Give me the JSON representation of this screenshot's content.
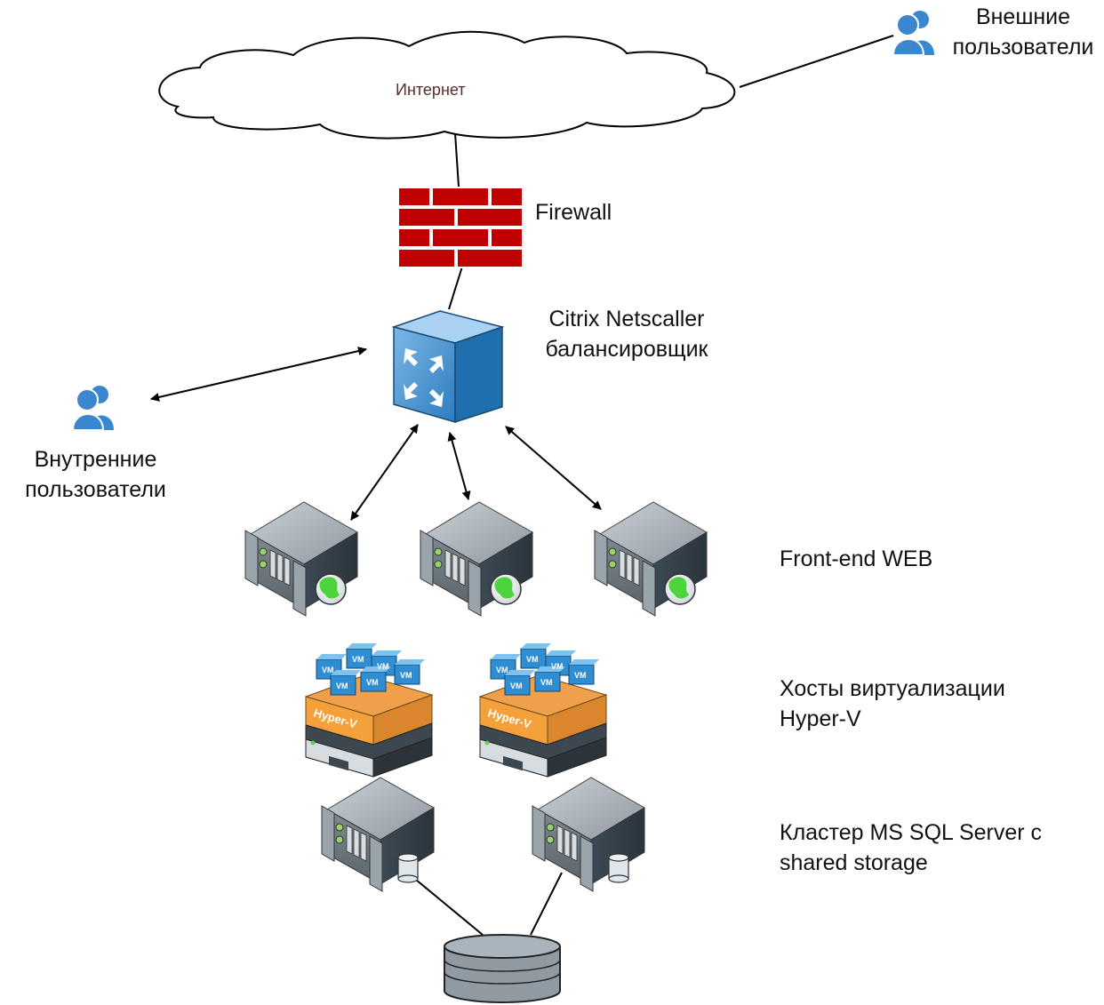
{
  "labels": {
    "internet": "Интернет",
    "external_users_line1": "Внешние",
    "external_users_line2": "пользователи",
    "firewall": "Firewall",
    "netscaler_line1": "Citrix Netscaller",
    "netscaler_line2": "балансировщик",
    "internal_users_line1": "Внутренние",
    "internal_users_line2": "пользователи",
    "frontend": "Front-end WEB",
    "hyperv_line1": "Хосты виртуализации",
    "hyperv_line2": "Hyper-V",
    "sql_line1": "Кластер MS SQL Server c",
    "sql_line2": "shared storage"
  },
  "vm_badge": "VM",
  "hyperv_badge": "Hyper-V",
  "colors": {
    "firewall_brick": "#c00000",
    "switch_blue": "#1f6fae",
    "user_blue": "#3b87cf",
    "server_gray": "#6f7a83",
    "globe_green": "#4bd43b",
    "hyperv_orange": "#f5a13b",
    "vm_blue": "#2f8ed3",
    "storage_gray": "#8f9aa3"
  },
  "icons": {
    "cloud": "cloud-icon",
    "firewall": "firewall-icon",
    "switch": "switch-icon",
    "users": "users-icon",
    "web_server": "web-server-icon",
    "hyperv_host": "hyperv-host-icon",
    "db_server": "database-server-icon",
    "storage": "storage-icon"
  }
}
